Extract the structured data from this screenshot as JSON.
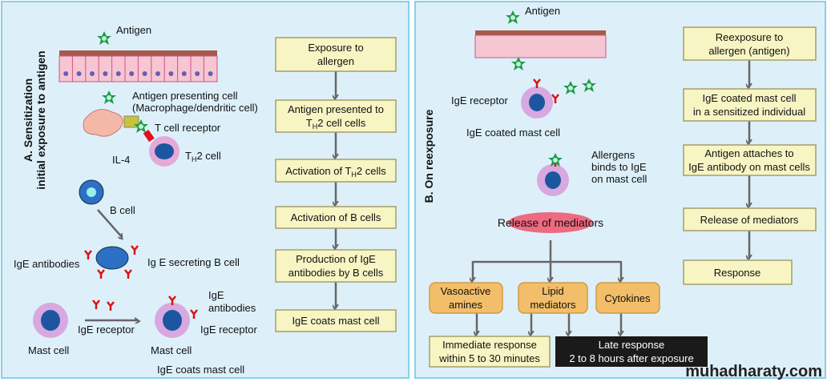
{
  "panel_a": {
    "title_line1": "A. Sensitization",
    "title_line2": "initial exposure to antigen",
    "labels": {
      "antigen": "Antigen",
      "apc_line1": "Antigen presenting cell",
      "apc_line2": "(Macrophage/dendritic cell)",
      "tcr": "T cell receptor",
      "il4": "IL-4",
      "th2_T": "T",
      "th2_H": "H",
      "th2_rest": "2 cell",
      "bcell": "B cell",
      "ige_antibodies": "IgE antibodies",
      "ige_secreting": "Ig E secreting B cell",
      "ige_receptor_1": "IgE receptor",
      "mast_cell_1": "Mast cell",
      "ige_ab2_line1": "IgE",
      "ige_ab2_line2": "antibodies",
      "ige_receptor_2": "IgE receptor",
      "mast_cell_2": "Mast cell",
      "caption": "IgE coats mast cell"
    },
    "flow": [
      {
        "line1": "Exposure to",
        "line2": "allergen"
      },
      {
        "line1": "Antigen presented to",
        "l2_T": "T",
        "l2_H": "H",
        "l2_rest": "2 cell cells"
      },
      {
        "p1": "Activation of T",
        "p2": "H",
        "p3": "2 cells"
      },
      {
        "line1": "Activation of B cells"
      },
      {
        "line1": "Production of IgE",
        "line2": "antibodies by B cells"
      },
      {
        "line1": "IgE coats mast cell"
      }
    ]
  },
  "panel_b": {
    "title": "B. On reexposure",
    "labels": {
      "antigen": "Antigen",
      "ige_receptor": "IgE receptor",
      "ige_coated": "IgE coated mast cell",
      "allergens_line1": "Allergens",
      "allergens_line2": "binds to IgE",
      "allergens_line3": "on mast cell",
      "release": "Release of mediators"
    },
    "mediators": [
      {
        "line1": "Vasoactive",
        "line2": "amines"
      },
      {
        "line1": "Lipid",
        "line2": "mediators"
      },
      {
        "line1": "Cytokines"
      }
    ],
    "responses": {
      "immediate_line1": "Immediate response",
      "immediate_line2": "within 5 to 30 minutes",
      "late_line1": "Late response",
      "late_line2": "2 to 8 hours after exposure"
    },
    "flow": [
      {
        "line1": "Reexposure to",
        "line2": "allergen (antigen)"
      },
      {
        "line1": "IgE coated mast cell",
        "line2": "in a sensitized individual"
      },
      {
        "line1": "Antigen attaches to",
        "line2": "IgE antibody on mast cells"
      },
      {
        "line1": "Release of mediators"
      },
      {
        "line1": "Response"
      }
    ]
  },
  "watermark": "muhadharaty.com",
  "colors": {
    "panel_bg": "#ddf0fa",
    "panel_border": "#86d0ea",
    "box_fill": "#f8f5c4",
    "mediator_fill": "#f3be6a",
    "late_fill": "#1a1a18"
  }
}
